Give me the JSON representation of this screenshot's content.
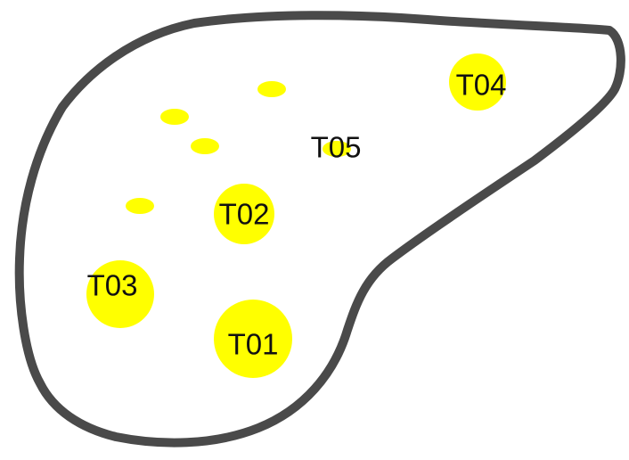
{
  "diagram": {
    "outline_color": "#4a4a4a",
    "lesion_color": "#ffff00",
    "label_color": "#111111",
    "tumors": [
      {
        "label": "T01"
      },
      {
        "label": "T02"
      },
      {
        "label": "T03"
      },
      {
        "label": "T04"
      },
      {
        "label": "T05"
      }
    ],
    "small_lesions_count": 5
  }
}
